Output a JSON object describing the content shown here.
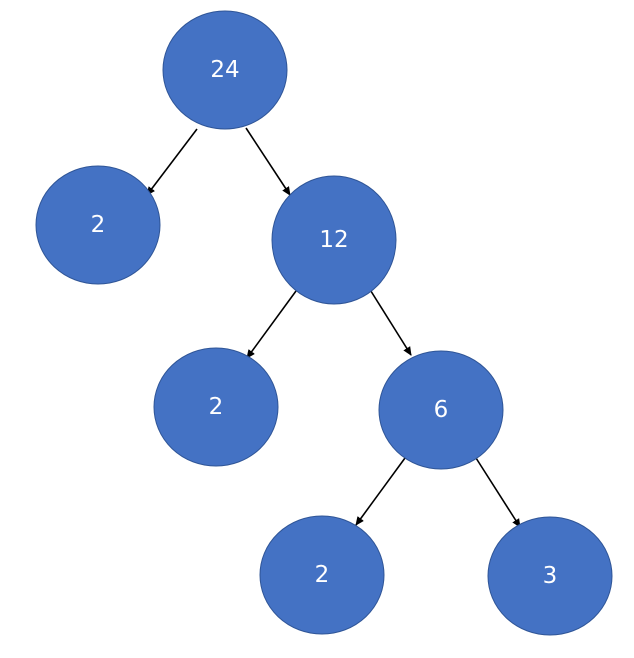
{
  "diagram": {
    "node_fill": "#4472c4",
    "node_text_color": "#ffffff",
    "edge_color": "#000000",
    "nodes": [
      {
        "id": "n24",
        "label": "24"
      },
      {
        "id": "n2a",
        "label": "2"
      },
      {
        "id": "n12",
        "label": "12"
      },
      {
        "id": "n2b",
        "label": "2"
      },
      {
        "id": "n6",
        "label": "6"
      },
      {
        "id": "n2c",
        "label": "2"
      },
      {
        "id": "n3",
        "label": "3"
      }
    ],
    "edges": [
      {
        "from": "n24",
        "to": "n2a"
      },
      {
        "from": "n24",
        "to": "n12"
      },
      {
        "from": "n12",
        "to": "n2b"
      },
      {
        "from": "n12",
        "to": "n6"
      },
      {
        "from": "n6",
        "to": "n2c"
      },
      {
        "from": "n6",
        "to": "n3"
      }
    ]
  }
}
